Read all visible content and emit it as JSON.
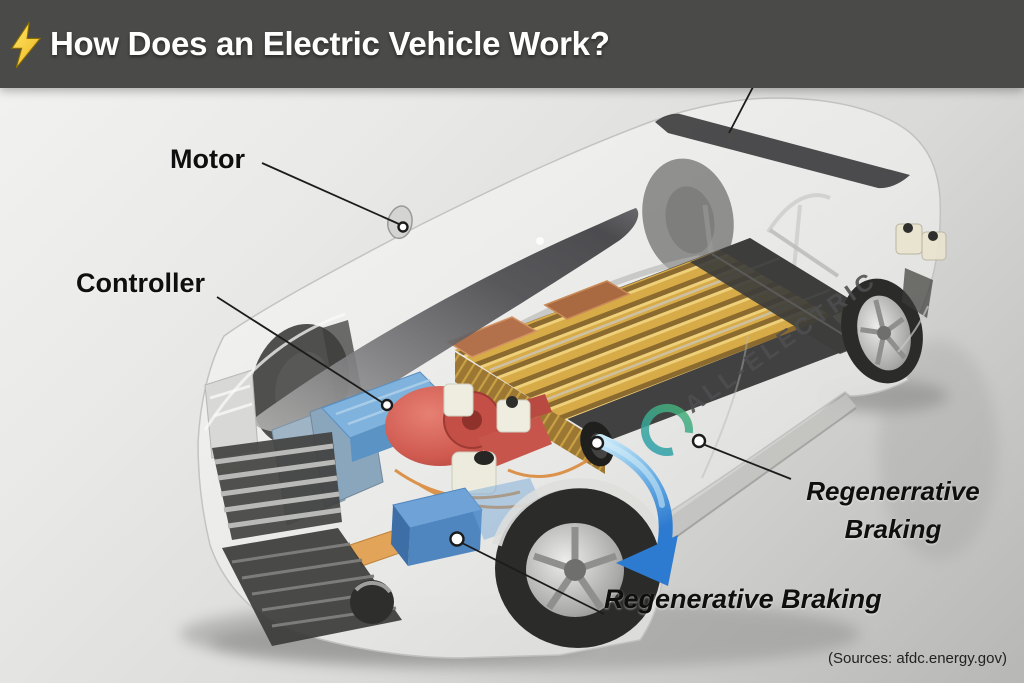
{
  "header": {
    "icon": "lightning-bolt",
    "title": "How Does an Electric Vehicle Work?"
  },
  "callouts": {
    "motor": {
      "label": "Motor"
    },
    "controller": {
      "label": "Controller"
    },
    "regen_side": {
      "line1": "Regenerrative",
      "line2": "Braking"
    },
    "regen_bottom": {
      "label": "Regenerative Braking"
    }
  },
  "vehicle": {
    "side_text": "ALL-ELECTRIC",
    "description": "Transparent cutaway 3D illustration of an all-electric sedan showing motor, controller, battery pack, charger and regenerative braking components"
  },
  "footer": {
    "sources": "(Sources: afdc.energy.gov)"
  },
  "colors": {
    "header_bg": "#4a4a48",
    "header_text": "#ffffff",
    "label_text": "#0f0f0f",
    "battery_gold": "#d8ab49",
    "battery_copper": "#b2714a",
    "motor_red": "#cf5a50",
    "controller_blue": "#7fb3dd",
    "charger_blue": "#4f86bf",
    "arrow_blue": "#2e7ed2",
    "bolt_yellow": "#f6c62d",
    "glass_dark": "#3c3c40"
  }
}
